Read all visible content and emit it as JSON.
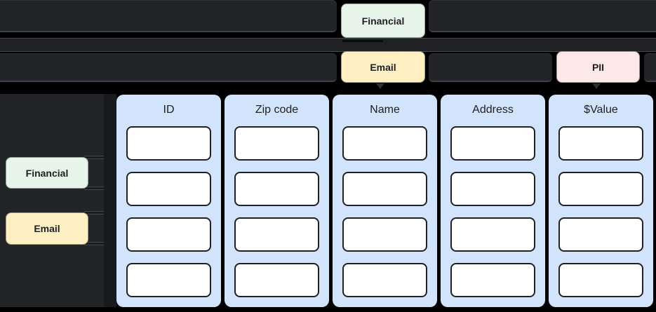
{
  "top_bar": {
    "financial_tag": "Financial",
    "email_tag": "Email",
    "pii_tag": "PII"
  },
  "left_panel": {
    "financial_tag": "Financial",
    "email_tag": "Email"
  },
  "table": {
    "rows_per_column": 4,
    "columns": [
      {
        "header": "ID"
      },
      {
        "header": "Zip code"
      },
      {
        "header": "Name"
      },
      {
        "header": "Address"
      },
      {
        "header": "$Value"
      }
    ]
  },
  "colors": {
    "background": "#000000",
    "track_bg": "#222428",
    "financial": "#e6f4ea",
    "email": "#feefc3",
    "pii": "#fce8e6",
    "column_bg": "#d2e3fc",
    "cell_bg": "#ffffff",
    "tag_text": "#202124"
  }
}
